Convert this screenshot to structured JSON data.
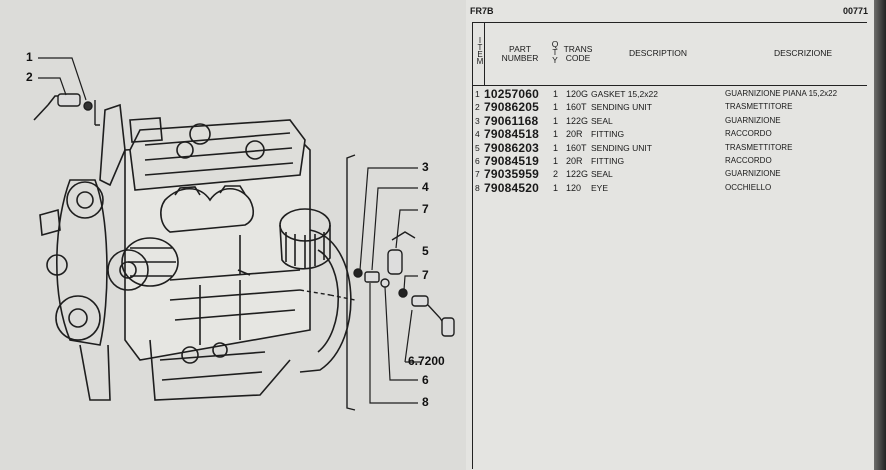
{
  "header": {
    "code": "FR7B",
    "page": "00771"
  },
  "columns": {
    "item": [
      "I",
      "T",
      "E",
      "M"
    ],
    "part_line1": "PART",
    "part_line2": "NUMBER",
    "qty": [
      "Q",
      "T",
      "Y"
    ],
    "trans_line1": "TRANS",
    "trans_line2": "CODE",
    "description": "DESCRIPTION",
    "descrizione": "DESCRIZIONE"
  },
  "rows": [
    {
      "item": "1",
      "part": "10257060",
      "qty": "1",
      "trans": "120G",
      "desc": "GASKET 15,2x22",
      "descr": "GUARNIZIONE PIANA 15,2x22"
    },
    {
      "item": "2",
      "part": "79086205",
      "qty": "1",
      "trans": "160T",
      "desc": "SENDING UNIT",
      "descr": "TRASMETTITORE"
    },
    {
      "item": "3",
      "part": "79061168",
      "qty": "1",
      "trans": "122G",
      "desc": "SEAL",
      "descr": "GUARNIZIONE"
    },
    {
      "item": "4",
      "part": "79084518",
      "qty": "1",
      "trans": "20R",
      "desc": "FITTING",
      "descr": "RACCORDO"
    },
    {
      "item": "5",
      "part": "79086203",
      "qty": "1",
      "trans": "160T",
      "desc": "SENDING UNIT",
      "descr": "TRASMETTITORE"
    },
    {
      "item": "6",
      "part": "79084519",
      "qty": "1",
      "trans": "20R",
      "desc": "FITTING",
      "descr": "RACCORDO"
    },
    {
      "item": "7",
      "part": "79035959",
      "qty": "2",
      "trans": "122G",
      "desc": "SEAL",
      "descr": "GUARNIZIONE"
    },
    {
      "item": "8",
      "part": "79084520",
      "qty": "1",
      "trans": "120",
      "desc": "EYE",
      "descr": "OCCHIELLO"
    }
  ],
  "callouts": {
    "c1": "1",
    "c2": "2",
    "c3": "3",
    "c4": "4",
    "c7a": "7",
    "c5": "5",
    "c7b": "7",
    "c67200": "6.7200",
    "c6": "6",
    "c8": "8"
  }
}
